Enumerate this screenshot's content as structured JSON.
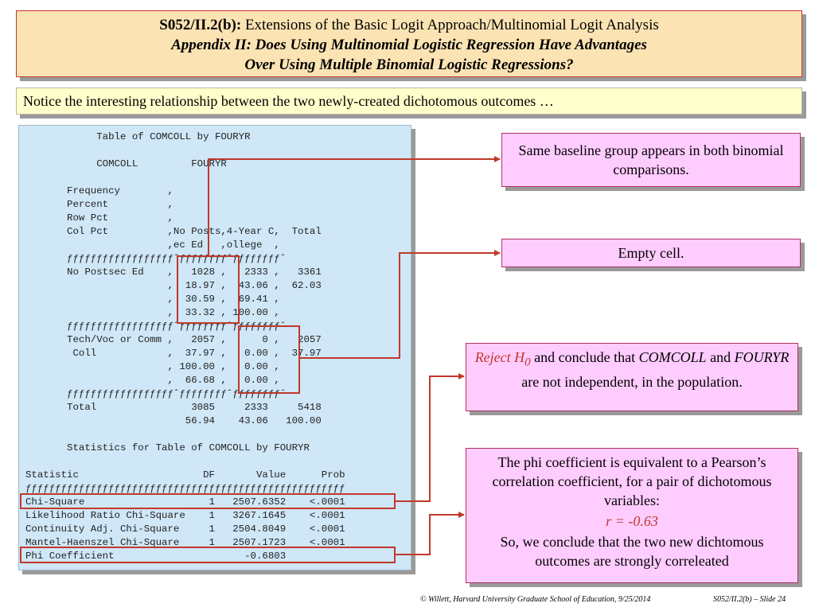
{
  "title": {
    "code": "S052/II.2(b):",
    "main": "Extensions of the Basic Logit Approach/Multinomial Logit Analysis",
    "line2": "Appendix II: Does Using Multinomial Logistic Regression Have Advantages",
    "line3": "Over Using Multiple Binomial Logistic Regressions?"
  },
  "notice": "Notice the interesting relationship between the two newly-created dichotomous outcomes …",
  "sas_output": "            Table of COMCOLL by FOURYR\n\n            COMCOLL         FOURYR\n\n       Frequency        ,\n       Percent          ,\n       Row Pct          ,\n       Col Pct          ,No Posts,4-Year C,  Total\n                        ,ec Ed   ,ollege  ,\n       ƒƒƒƒƒƒƒƒƒƒƒƒƒƒƒƒƒƒˆƒƒƒƒƒƒƒƒˆƒƒƒƒƒƒƒƒˆ\n       No Postsec Ed    ,   1028 ,   2333 ,   3361\n                        ,  18.97 ,  43.06 ,  62.03\n                        ,  30.59 ,  69.41 ,\n                        ,  33.32 , 100.00 ,\n       ƒƒƒƒƒƒƒƒƒƒƒƒƒƒƒƒƒƒˆƒƒƒƒƒƒƒƒˆƒƒƒƒƒƒƒƒˆ\n       Tech/Voc or Comm ,   2057 ,      0 ,   2057\n        Coll            ,  37.97 ,   0.00 ,  37.97\n                        , 100.00 ,   0.00 ,\n                        ,  66.68 ,   0.00 ,\n       ƒƒƒƒƒƒƒƒƒƒƒƒƒƒƒƒƒƒˆƒƒƒƒƒƒƒƒˆƒƒƒƒƒƒƒƒˆ\n       Total                3085     2333     5418\n                           56.94    43.06   100.00\n\n       Statistics for Table of COMCOLL by FOURYR\n\nStatistic                     DF       Value      Prob\nƒƒƒƒƒƒƒƒƒƒƒƒƒƒƒƒƒƒƒƒƒƒƒƒƒƒƒƒƒƒƒƒƒƒƒƒƒƒƒƒƒƒƒƒƒƒƒƒƒƒƒƒƒƒ\nChi-Square                     1   2507.6352    <.0001\nLikelihood Ratio Chi-Square    1   3267.1645    <.0001\nContinuity Adj. Chi-Square     1   2504.8049    <.0001\nMantel-Haenszel Chi-Square     1   2507.1723    <.0001\nPhi Coefficient                      -0.6803",
  "callouts": {
    "baseline": "Same baseline group appears in both binomial comparisons.",
    "empty": "Empty cell.",
    "reject": {
      "pre": "Reject H",
      "sub": "0",
      "mid1": " and conclude that ",
      "var1": "COMCOLL",
      "mid2": " and ",
      "var2": "FOURYR",
      "post": " are not independent, in the population."
    },
    "phi": {
      "line1": "The phi coefficient is equivalent to a Pearson’s correlation coefficient, for a pair of dichotomous variables:",
      "formula": "r = -0.63",
      "line2": "So, we conclude that the two new dichtomous outcomes are strongly correleated"
    }
  },
  "footer": {
    "left": "© Willett, Harvard University Graduate School of Education, 9/25/2014",
    "right": "S052/II.2(b) – Slide 24"
  },
  "colors": {
    "accent_red": "#c0392b",
    "title_bg": "#fbe3b3",
    "callout_bg": "#ffccff",
    "output_bg": "#cfe7f7",
    "notice_bg": "#ffffcc"
  }
}
